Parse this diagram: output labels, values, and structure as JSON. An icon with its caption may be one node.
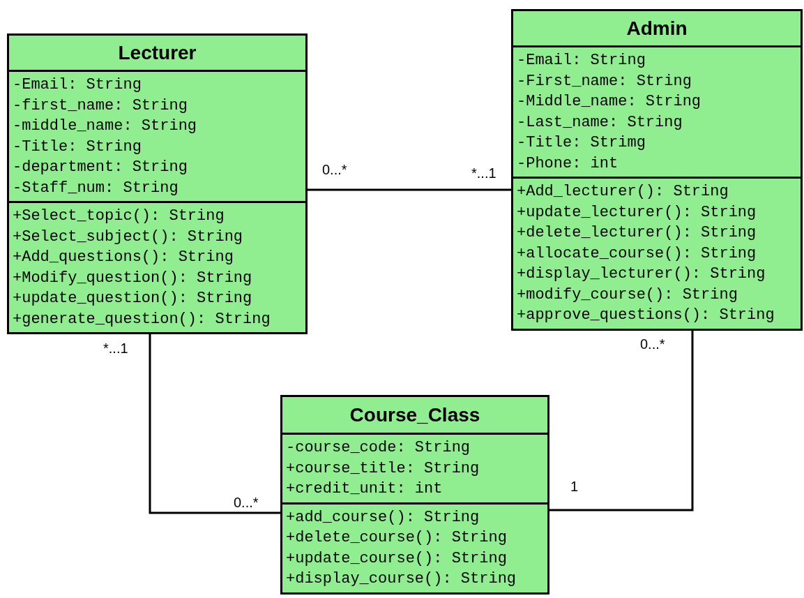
{
  "diagram": {
    "nodes": [
      {
        "text": [
          "Lecturer",
          "-Email: String",
          "-first_name: String",
          "-middle_name: String",
          "-Title: String",
          "-department: String",
          "-Staff_num: String",
          "+Select_topic(): String",
          "+Select_subject(): String",
          "+Add_questions(): String",
          "+Modify_question(): String",
          "+update_question(): String",
          "+generate_question(): String"
        ]
      },
      {
        "text": [
          "Admin",
          "-Email: String",
          "-First_name: String",
          "-Middle_name: String",
          "-Last_name: String",
          "-Title: Strimg",
          "-Phone: int",
          "+Add_lecturer(): String",
          "+update_lecturer(): String",
          "+delete_lecturer(): String",
          "+allocate_course(): String",
          "+display_lecturer(): String",
          "+modify_course(): String",
          "+approve_questions(): String"
        ]
      },
      {
        "text": [
          "Course_Class",
          "-course_code: String",
          "+course_title: String",
          "+credit_unit: int",
          "+add_course(): String",
          "+delete_course(): String",
          "+update_course(): String",
          "+display_course(): String"
        ]
      }
    ],
    "edges": [
      {
        "from": 0,
        "to": 1,
        "arrow": "none"
      },
      {
        "from": 0,
        "to": 2,
        "arrow": "none"
      },
      {
        "from": 1,
        "to": 2,
        "arrow": "none"
      }
    ],
    "labels": [
      "0...*",
      "*...1",
      "*...1",
      "0...*",
      "0...*",
      "1"
    ]
  }
}
